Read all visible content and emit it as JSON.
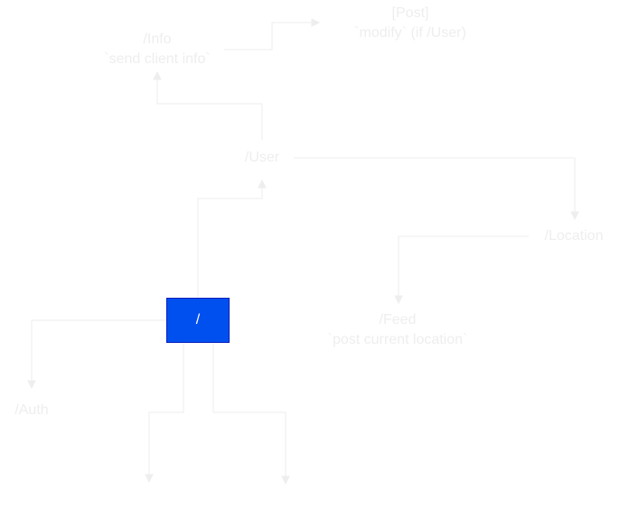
{
  "nodes": {
    "root": {
      "label": "/"
    },
    "auth": {
      "label": "/Auth"
    },
    "user": {
      "label": "/User"
    },
    "info": {
      "label": "/Info",
      "note": "`send client info`"
    },
    "post": {
      "label": "[Post]",
      "note": "`modify` (if /User)"
    },
    "location": {
      "label": "/Location"
    },
    "feed": {
      "label": "/Feed",
      "note": "`post current location`"
    }
  },
  "colors": {
    "root_fill": "#0050ef",
    "root_border": "#001dbc",
    "root_text": "#ffffff",
    "faded": "#eeeeee"
  }
}
